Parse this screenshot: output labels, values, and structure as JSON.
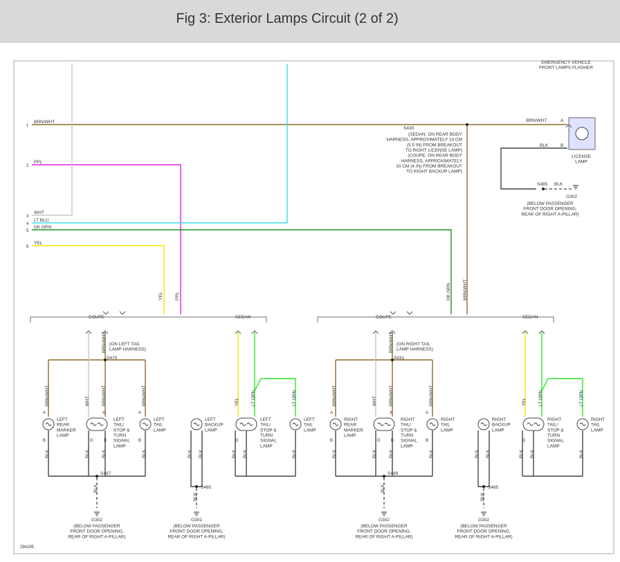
{
  "title": "Fig 3: Exterior Lamps Circuit (2 of 2)",
  "figure_id": "294295",
  "colors": {
    "brn_wht": "#8b6a2e",
    "ppl": "#e020e0",
    "wht": "#c8c8c8",
    "lt_blu": "#3cdcf0",
    "dk_grn": "#1f8f1f",
    "yel": "#f0e800",
    "lt_grn": "#2ee82e",
    "blk": "#444444"
  },
  "connector": {
    "pins": [
      "1",
      "2",
      "3",
      "4",
      "5",
      "6"
    ],
    "wires": [
      "BRN/WHT",
      "PPL",
      "WHT",
      "LT BLU",
      "DK GRN",
      "YEL"
    ]
  },
  "top_right": {
    "flasher": "EMERGENCY VEHICLE\nFRONT LAMPS FLASHER",
    "wire_brn": "BRN/WHT",
    "wire_blk": "BLK",
    "pin_a": "A",
    "pin_b": "B",
    "lamp": "LICENSE\nLAMP",
    "splice": "S430",
    "splice_note": "(SEDAN: ON REAR BODY\nHARNESS, APPROXIMATELY 14 CM\n(5.5 IN) FROM BREAKOUT\nTO RIGHT LICENSE LAMP)\n(COUPE: ON REAR BODY\nHARNESS, APPROXIMATELY\n10 CM (4 IN) FROM BREAKOUT\nTO RIGHT BACKUP LAMP)",
    "s485": "S485",
    "blk": "BLK",
    "ground": "G302",
    "ground_note": "(BELOW PASSENGER\nFRONT DOOR OPENING,\nREAR OF RIGHT A-PILLAR)"
  },
  "vertical_labels": {
    "yel": "YEL",
    "ppl": "PPL",
    "dk_grn": "DK GRN",
    "brn_wht": "BRN/WHT",
    "wht": "WHT",
    "lt_grn": "LT GRN",
    "blk": "BLK"
  },
  "left": {
    "coupe": "COUPE",
    "sedan": "SEDAN",
    "splice": "S470",
    "splice_note": "(ON LEFT TAIL\nLAMP HARNESS)",
    "marker": "LEFT\nREAR\nMARKER\nLAMP",
    "tail_stop": "LEFT\nTAIL/\nSTOP &\nTURN\nSIGNAL\nLAMP",
    "tail": "LEFT\nTAIL\nLAMP",
    "backup": "LEFT\nBACKUP\nLAMP",
    "s487": "S487",
    "s485": "S485"
  },
  "right": {
    "coupe": "COUPE",
    "sedan": "SEDAN",
    "splice": "S431",
    "splice_note": "(ON RIGHT TAIL\nLAMP HARNESS)",
    "marker": "RIGHT\nREAR\nMARKER\nLAMP",
    "tail_stop": "RIGHT\nTAIL/\nSTOP &\nTURN\nSIGNAL\nLAMP",
    "tail": "RIGHT\nTAIL\nLAMP",
    "backup": "RIGHT\nBACKUP\nLAMP",
    "s488": "S488",
    "s485": "S485"
  },
  "pins": {
    "a": "A",
    "b": "B",
    "g": "G"
  },
  "grounds": {
    "name": "G302",
    "note": "(BELOW PASSENGER\nFRONT DOOR OPENING,\nREAR OF RIGHT A-PILLAR)"
  }
}
